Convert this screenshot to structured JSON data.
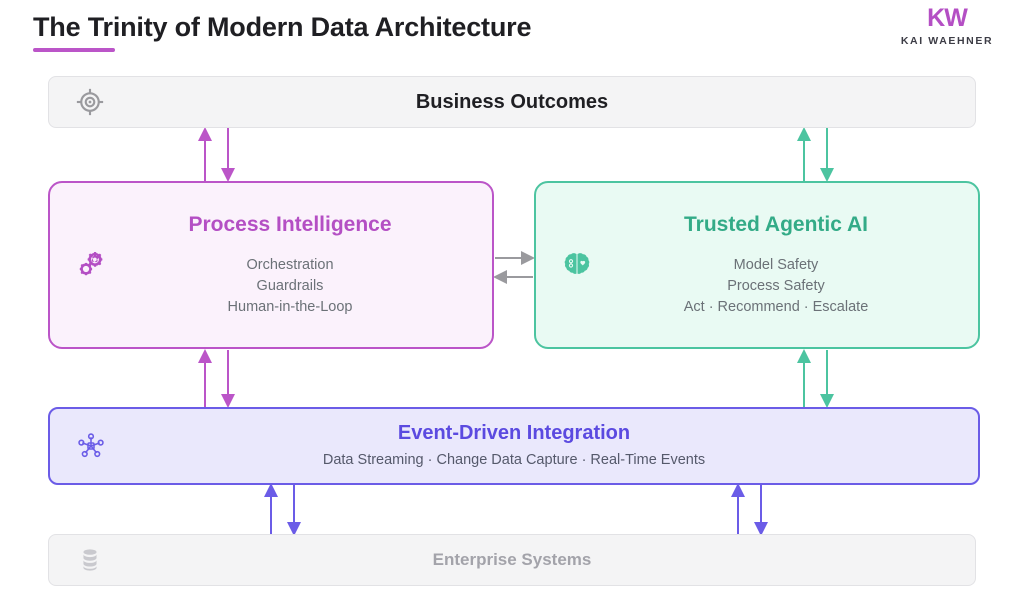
{
  "header": {
    "title": "The Trinity of Modern Data Architecture",
    "brand_mark": "KW",
    "brand_name": "KAI WAEHNER",
    "accent": "#bb55c8"
  },
  "diagram": {
    "type": "layered-architecture-diagram",
    "layers": [
      {
        "id": "business-outcomes",
        "title": "Business Outcomes",
        "subtitle": "",
        "icon": "target-icon",
        "color": "#a3a3aa",
        "background": "#f4f4f5",
        "border": "#e2e2e5"
      },
      {
        "id": "process-intelligence",
        "title": "Process Intelligence",
        "subtitle": "Orchestration\nGuardrails\nHuman-in-the-Loop",
        "lines": [
          "Orchestration",
          "Guardrails",
          "Human-in-the-Loop"
        ],
        "icon": "gears-icon",
        "color": "#b44fc4",
        "background": "#fbf2fc",
        "border": "#bb55c8"
      },
      {
        "id": "trusted-agentic-ai",
        "title": "Trusted Agentic AI",
        "subtitle": "Model Safety\nProcess Safety\nAct · Recommend · Escalate",
        "lines": [
          "Model Safety",
          "Process Safety",
          "Act · Recommend · Escalate"
        ],
        "icon": "brain-icon",
        "color": "#33ab87",
        "background": "#e9faf3",
        "border": "#4cc4a0"
      },
      {
        "id": "event-driven-integration",
        "title": "Event-Driven Integration",
        "subtitle": "Data Streaming · Change Data Capture · Real-Time Events",
        "icon": "network-hub-icon",
        "color": "#5b4ae0",
        "background": "#eae8fc",
        "border": "#6b5ce7"
      },
      {
        "id": "enterprise-systems",
        "title": "Enterprise Systems",
        "subtitle": "",
        "icon": "database-icon",
        "color": "#a3a3aa",
        "background": "#f4f4f5",
        "border": "#e2e2e5"
      }
    ],
    "connectors": [
      {
        "id": "process-to-outcomes-up",
        "from": "process-intelligence",
        "to": "business-outcomes",
        "direction": "up",
        "color": "#bb55c8"
      },
      {
        "id": "outcomes-to-process-down",
        "from": "business-outcomes",
        "to": "process-intelligence",
        "direction": "down",
        "color": "#bb55c8"
      },
      {
        "id": "agentic-to-outcomes-up",
        "from": "trusted-agentic-ai",
        "to": "business-outcomes",
        "direction": "up",
        "color": "#4cc4a0"
      },
      {
        "id": "outcomes-to-agentic-down",
        "from": "business-outcomes",
        "to": "trusted-agentic-ai",
        "direction": "down",
        "color": "#4cc4a0"
      },
      {
        "id": "process-to-agentic",
        "from": "process-intelligence",
        "to": "trusted-agentic-ai",
        "direction": "right",
        "color": "#9a9a9e"
      },
      {
        "id": "agentic-to-process",
        "from": "trusted-agentic-ai",
        "to": "process-intelligence",
        "direction": "left",
        "color": "#9a9a9e"
      },
      {
        "id": "events-to-process-up",
        "from": "event-driven-integration",
        "to": "process-intelligence",
        "direction": "up",
        "color": "#bb55c8"
      },
      {
        "id": "process-to-events-down",
        "from": "process-intelligence",
        "to": "event-driven-integration",
        "direction": "down",
        "color": "#bb55c8"
      },
      {
        "id": "events-to-agentic-up",
        "from": "event-driven-integration",
        "to": "trusted-agentic-ai",
        "direction": "up",
        "color": "#4cc4a0"
      },
      {
        "id": "agentic-to-events-down",
        "from": "trusted-agentic-ai",
        "to": "event-driven-integration",
        "direction": "down",
        "color": "#4cc4a0"
      },
      {
        "id": "enterprise-to-events-up-left",
        "from": "enterprise-systems",
        "to": "event-driven-integration",
        "direction": "up",
        "color": "#6b5ce7"
      },
      {
        "id": "events-to-enterprise-down-left",
        "from": "event-driven-integration",
        "to": "enterprise-systems",
        "direction": "down",
        "color": "#6b5ce7"
      },
      {
        "id": "enterprise-to-events-up-right",
        "from": "enterprise-systems",
        "to": "event-driven-integration",
        "direction": "up",
        "color": "#6b5ce7"
      },
      {
        "id": "events-to-enterprise-down-right",
        "from": "event-driven-integration",
        "to": "enterprise-systems",
        "direction": "down",
        "color": "#6b5ce7"
      }
    ]
  }
}
